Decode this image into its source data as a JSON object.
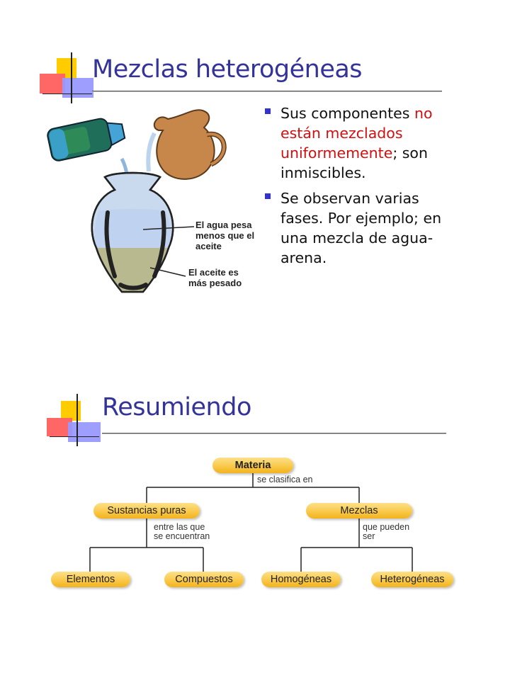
{
  "slide1": {
    "title": "Mezclas heterogéneas",
    "figure": {
      "label_top": [
        "El agua pesa",
        "menos que el",
        "aceite"
      ],
      "label_bottom": [
        "El aceite es",
        "más pesado"
      ]
    },
    "bullets": [
      {
        "part1": "Sus componentes ",
        "highlight": "no están mezclados uniformemente",
        "part2": "; son inmiscibles."
      },
      {
        "text": "Se observan varias fases. Por ejemplo; en una mezcla de agua-arena."
      }
    ]
  },
  "slide2": {
    "title": "Resumiendo",
    "concept_map": {
      "root": "Materia",
      "root_link": "se clasifica en",
      "left": "Sustancias puras",
      "left_link": [
        "entre las que",
        "se encuentran"
      ],
      "right": "Mezclas",
      "right_link": [
        "que pueden",
        "ser"
      ],
      "leaves": [
        "Elementos",
        "Compuestos",
        "Homogéneas",
        "Heterogéneas"
      ]
    }
  },
  "colors": {
    "title": "#333399",
    "highlight": "#d01010",
    "bullet": "#3333cc",
    "node": "#f9c94a"
  }
}
